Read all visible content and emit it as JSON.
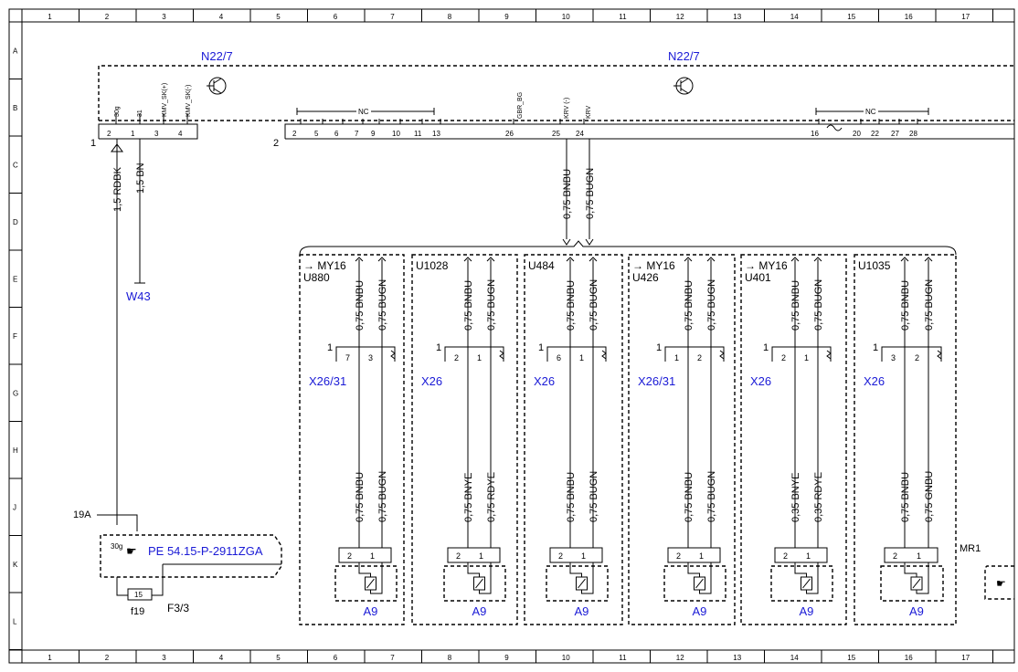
{
  "grid": {
    "columns": [
      "1",
      "2",
      "3",
      "4",
      "5",
      "6",
      "7",
      "8",
      "9",
      "10",
      "11",
      "12",
      "13",
      "14",
      "15",
      "16",
      "17"
    ],
    "rows": [
      "A",
      "B",
      "C",
      "D",
      "E",
      "F",
      "G",
      "H",
      "J",
      "K",
      "L"
    ]
  },
  "module": {
    "label_left": "N22/7",
    "label_right": "N22/7",
    "connector1_num": "1",
    "connector2_num": "2",
    "conn1_pin_labels": [
      "30g",
      "31",
      "KMV_SK(+)",
      "KMV_SK(-)"
    ],
    "conn1_pins": [
      "2",
      "1",
      "3",
      "4"
    ],
    "conn2_pins": [
      "2",
      "5",
      "6",
      "7",
      "9",
      "10",
      "11",
      "13",
      "26",
      "25",
      "24",
      "16",
      "20",
      "22",
      "27",
      "28"
    ],
    "conn2_pin_labels": [
      "GBR_BG",
      "KRV (-)",
      "KRV"
    ],
    "nc_label": "NC"
  },
  "left_circuit": {
    "wire1": "1,5 RDBK",
    "wire2": "1,5 BN",
    "ground": "W43",
    "splice": "19A",
    "fuse_box_pin": "30g",
    "reference": "PE 54.15-P-2911ZGA",
    "fuse_num": "15",
    "fuse_label": "f19",
    "fuse_box": "F3/3"
  },
  "trunk": {
    "wire1": "0,75 BNBU",
    "wire2": "0,75 BUGN"
  },
  "variants": [
    {
      "code_top": "MY16",
      "code": "U880",
      "top1": "0,75 BNBU",
      "top2": "0,75 BUGN",
      "conn_num": "1",
      "pins": [
        "7",
        "3"
      ],
      "connector": "X26/31",
      "bot1": "0,75 BNBU",
      "bot2": "0,75 BUGN",
      "solenoid_pins": [
        "2",
        "1"
      ],
      "component": "A9"
    },
    {
      "code_top": "",
      "code": "U1028",
      "top1": "0,75 BNBU",
      "top2": "0,75 BUGN",
      "conn_num": "1",
      "pins": [
        "2",
        "1"
      ],
      "connector": "X26",
      "bot1": "0,75 BNYE",
      "bot2": "0,75 RDYE",
      "solenoid_pins": [
        "2",
        "1"
      ],
      "component": "A9"
    },
    {
      "code_top": "",
      "code": "U484",
      "top1": "0,75 BNBU",
      "top2": "0,75 BUGN",
      "conn_num": "1",
      "pins": [
        "6",
        "1"
      ],
      "connector": "X26",
      "bot1": "0,75 BNBU",
      "bot2": "0,75 BUGN",
      "solenoid_pins": [
        "2",
        "1"
      ],
      "component": "A9"
    },
    {
      "code_top": "MY16",
      "code": "U426",
      "top1": "0,75 BNBU",
      "top2": "0,75 BUGN",
      "conn_num": "1",
      "pins": [
        "1",
        "2"
      ],
      "connector": "X26/31",
      "bot1": "0,75 BNBU",
      "bot2": "0,75 BUGN",
      "solenoid_pins": [
        "2",
        "1"
      ],
      "component": "A9"
    },
    {
      "code_top": "MY16",
      "code": "U401",
      "top1": "0,75 BNBU",
      "top2": "0,75 BUGN",
      "conn_num": "1",
      "pins": [
        "2",
        "1"
      ],
      "connector": "X26",
      "bot1": "0,35 BNYE",
      "bot2": "0,35 RDYE",
      "solenoid_pins": [
        "2",
        "1"
      ],
      "component": "A9"
    },
    {
      "code_top": "",
      "code": "U1035",
      "top1": "0,75 BNBU",
      "top2": "0,75 BUGN",
      "conn_num": "1",
      "pins": [
        "3",
        "2"
      ],
      "connector": "X26",
      "bot1": "0,75 BNBU",
      "bot2": "0,75 GNBU",
      "solenoid_pins": [
        "2",
        "1"
      ],
      "component": "A9"
    }
  ],
  "right_edge": {
    "label": "MR1"
  }
}
